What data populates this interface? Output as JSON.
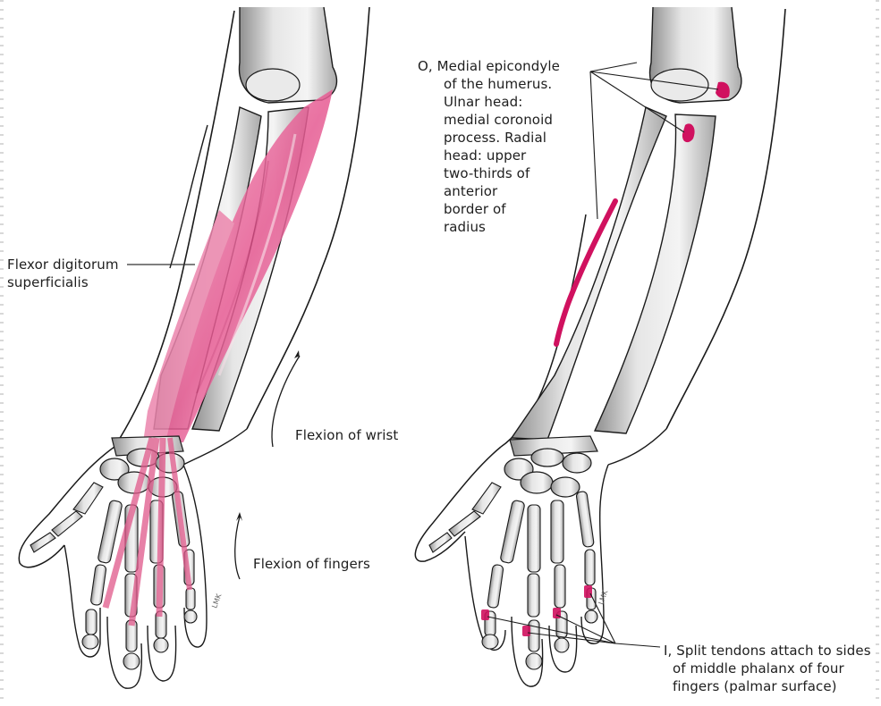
{
  "figure": {
    "type": "anatomical illustration",
    "subject": "Flexor digitorum superficialis",
    "panels": [
      {
        "id": "left",
        "view": "anterior forearm and hand with muscle highlighted",
        "labels": {
          "muscle_name_line1": "Flexor digitorum",
          "muscle_name_line2": "superficialis",
          "action_wrist": "Flexion of wrist",
          "action_fingers": "Flexion of fingers"
        },
        "artist_mark": "LMK"
      },
      {
        "id": "right",
        "view": "skeleton of forearm and hand with attachments highlighted",
        "labels": {
          "origin_lines": [
            "O, Medial epicondyle",
            "of the humerus.",
            "Ulnar head:",
            "medial coronoid",
            "process. Radial",
            "head: upper",
            "two-thirds of",
            "anterior",
            "border of",
            "radius"
          ],
          "insertion_lines": [
            "I, Split tendons attach to sides",
            "of middle phalanx of four",
            "fingers (palmar surface)"
          ]
        },
        "artist_mark": "LMK"
      }
    ],
    "colors": {
      "muscle_pink": "#e9679a",
      "attachment_magenta": "#d0115f",
      "bone_gray": "#d9d9d9",
      "bone_shadow": "#9a9a9a",
      "outline": "#1a1a1a",
      "background": "#ffffff"
    }
  }
}
